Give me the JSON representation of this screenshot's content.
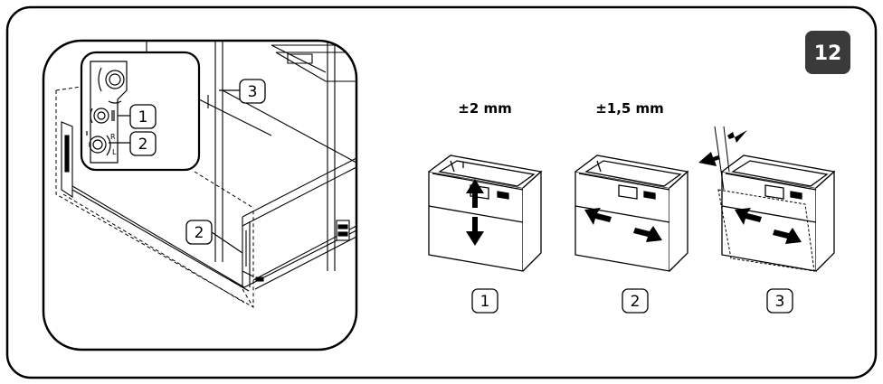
{
  "step_badge": "12",
  "measurements": {
    "vertical": "±2 mm",
    "lateral": "±1,5 mm"
  },
  "callouts": {
    "detail_1": "1",
    "detail_2": "2",
    "detail_3": "3",
    "runner_2": "2"
  },
  "hinge_marks": {
    "right": "R",
    "left": "L"
  },
  "adjustment_labels": [
    "1",
    "2",
    "3"
  ],
  "colors": {
    "badge": "#3a3a3a",
    "line": "#000000",
    "arrow": "#000000"
  }
}
